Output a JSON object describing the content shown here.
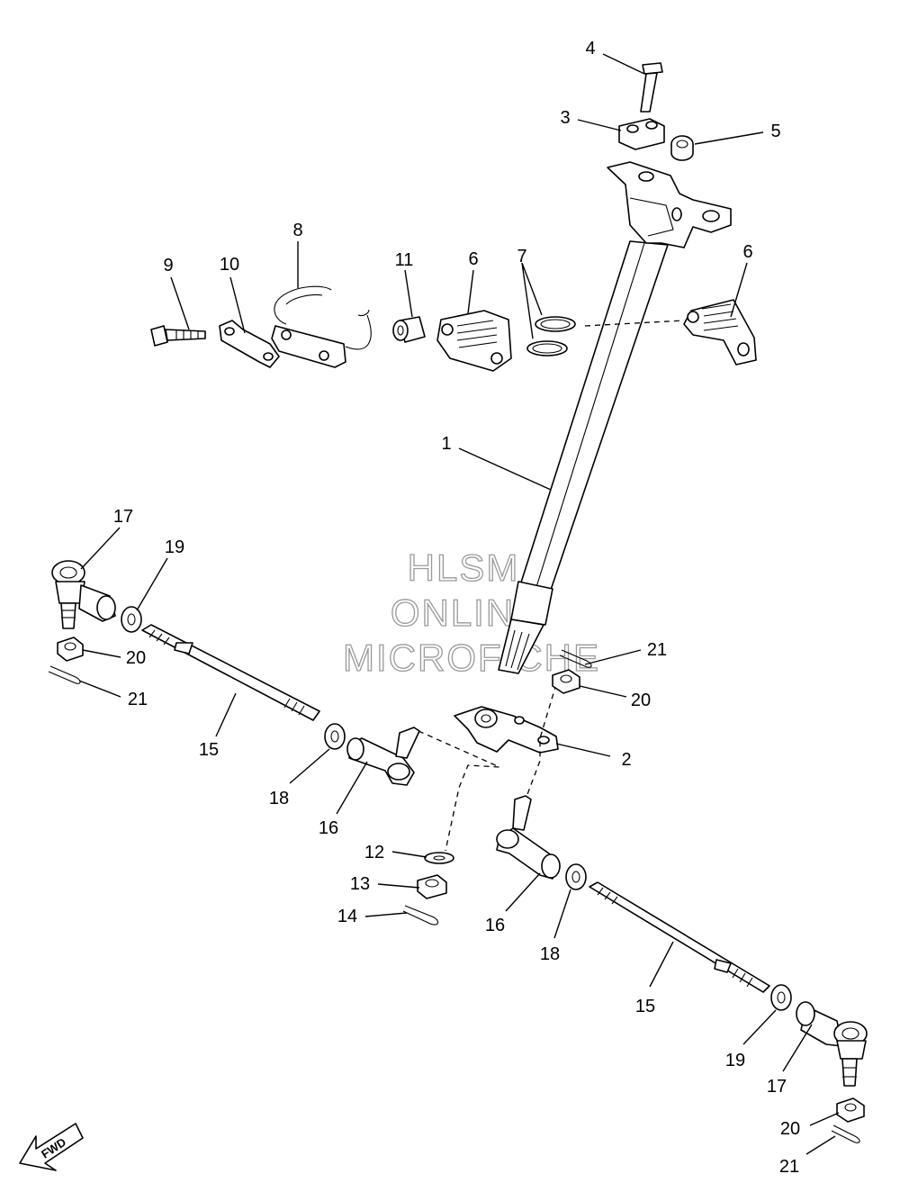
{
  "watermark": {
    "line1": "HLSM",
    "line2": "ONLINE",
    "line3": "MICROFICHE"
  },
  "fwd_label": "FWD",
  "callouts": {
    "c1": "1",
    "c2": "2",
    "c3": "3",
    "c4": "4",
    "c5": "5",
    "c6a": "6",
    "c6b": "6",
    "c7": "7",
    "c8": "8",
    "c9": "9",
    "c10": "10",
    "c11": "11",
    "c12": "12",
    "c13": "13",
    "c14": "14",
    "c15a": "15",
    "c15b": "15",
    "c16a": "16",
    "c16b": "16",
    "c17a": "17",
    "c17b": "17",
    "c18a": "18",
    "c18b": "18",
    "c19a": "19",
    "c19b": "19",
    "c20a": "20",
    "c20b": "20",
    "c20c": "20",
    "c21a": "21",
    "c21b": "21",
    "c21c": "21"
  }
}
